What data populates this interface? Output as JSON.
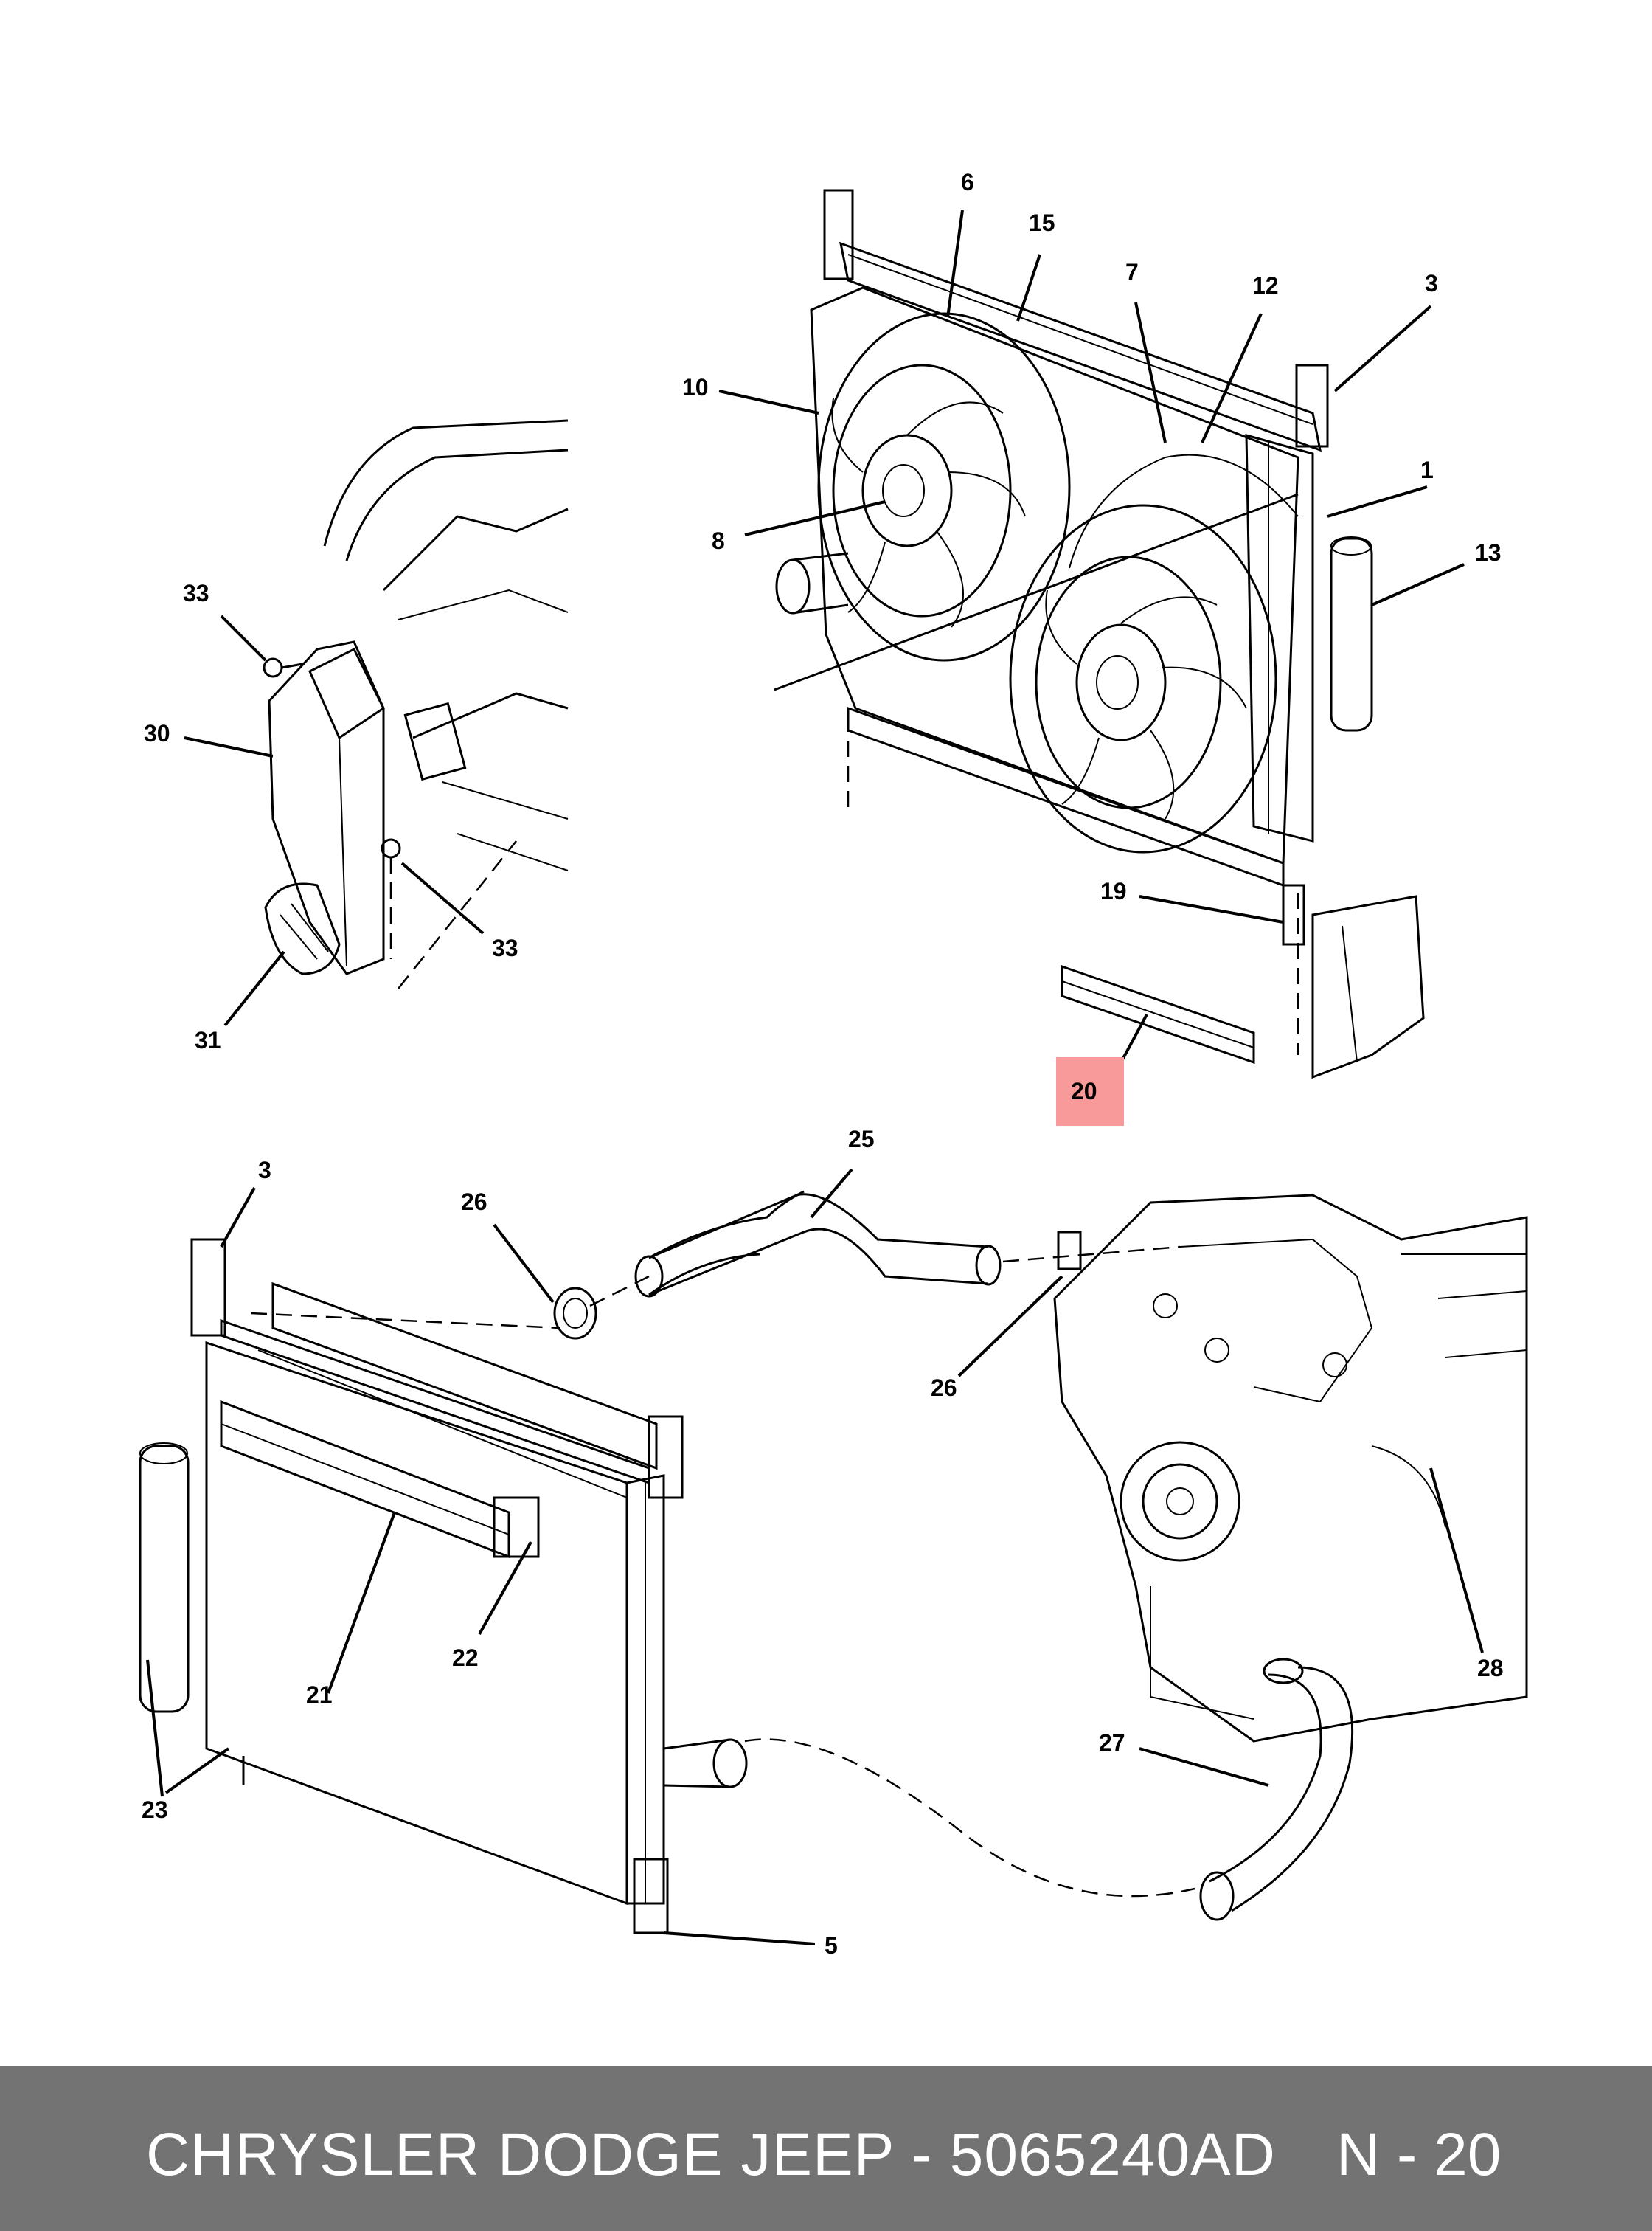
{
  "diagram": {
    "callouts": {
      "c1": "1",
      "c3a": "3",
      "c3b": "3",
      "c5": "5",
      "c6": "6",
      "c7": "7",
      "c8": "8",
      "c10": "10",
      "c12": "12",
      "c13": "13",
      "c15": "15",
      "c19": "19",
      "c20": "20",
      "c21": "21",
      "c22": "22",
      "c23": "23",
      "c25": "25",
      "c26a": "26",
      "c26b": "26",
      "c27": "27",
      "c28": "28",
      "c30": "30",
      "c31": "31",
      "c33a": "33",
      "c33b": "33"
    },
    "highlight_color": "#f99a9a"
  },
  "footer": {
    "title": "CHRYSLER DODGE JEEP - 5065240AD",
    "page": "N - 20",
    "background": "#737373"
  }
}
